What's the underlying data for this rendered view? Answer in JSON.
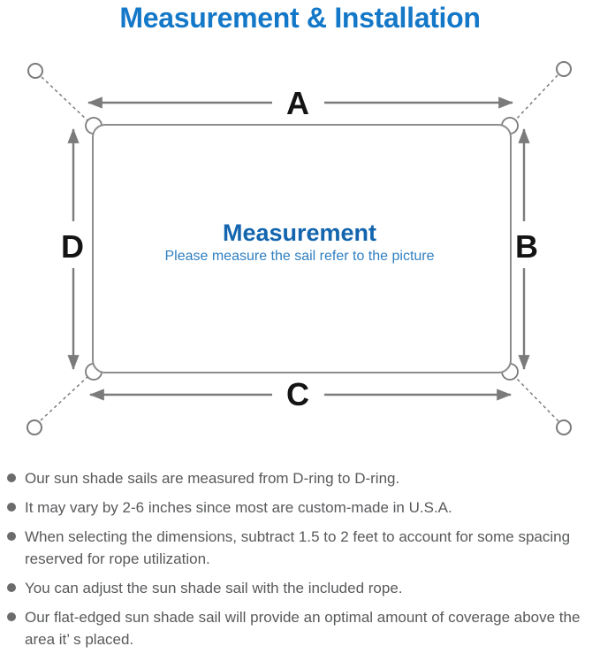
{
  "title": "Measurement & Installation",
  "diagram": {
    "labels": {
      "top": "A",
      "right": "B",
      "bottom": "C",
      "left": "D"
    },
    "center_heading": "Measurement",
    "center_subtitle": "Please measure the sail refer to the picture"
  },
  "bullets": [
    "Our sun shade sails are measured from D-ring to D-ring.",
    "It may vary by 2-6 inches since most are custom-made in U.S.A.",
    "When selecting the dimensions, subtract 1.5 to 2 feet to account for some spacing reserved for rope utilization.",
    "You can adjust the sun shade sail with the included rope.",
    "Our flat-edged sun shade sail will provide an optimal amount of coverage above the area it’ s placed."
  ],
  "colors": {
    "title_blue": "#1478c8",
    "center_heading_blue": "#1365ae",
    "center_subtitle_blue": "#2f7fc1",
    "dimension_label_black": "#141414",
    "diagram_gray": "#7b7b7b",
    "sail_outline_gray": "#8d8d8d",
    "body_text_gray": "#58595b",
    "background": "#ffffff"
  }
}
